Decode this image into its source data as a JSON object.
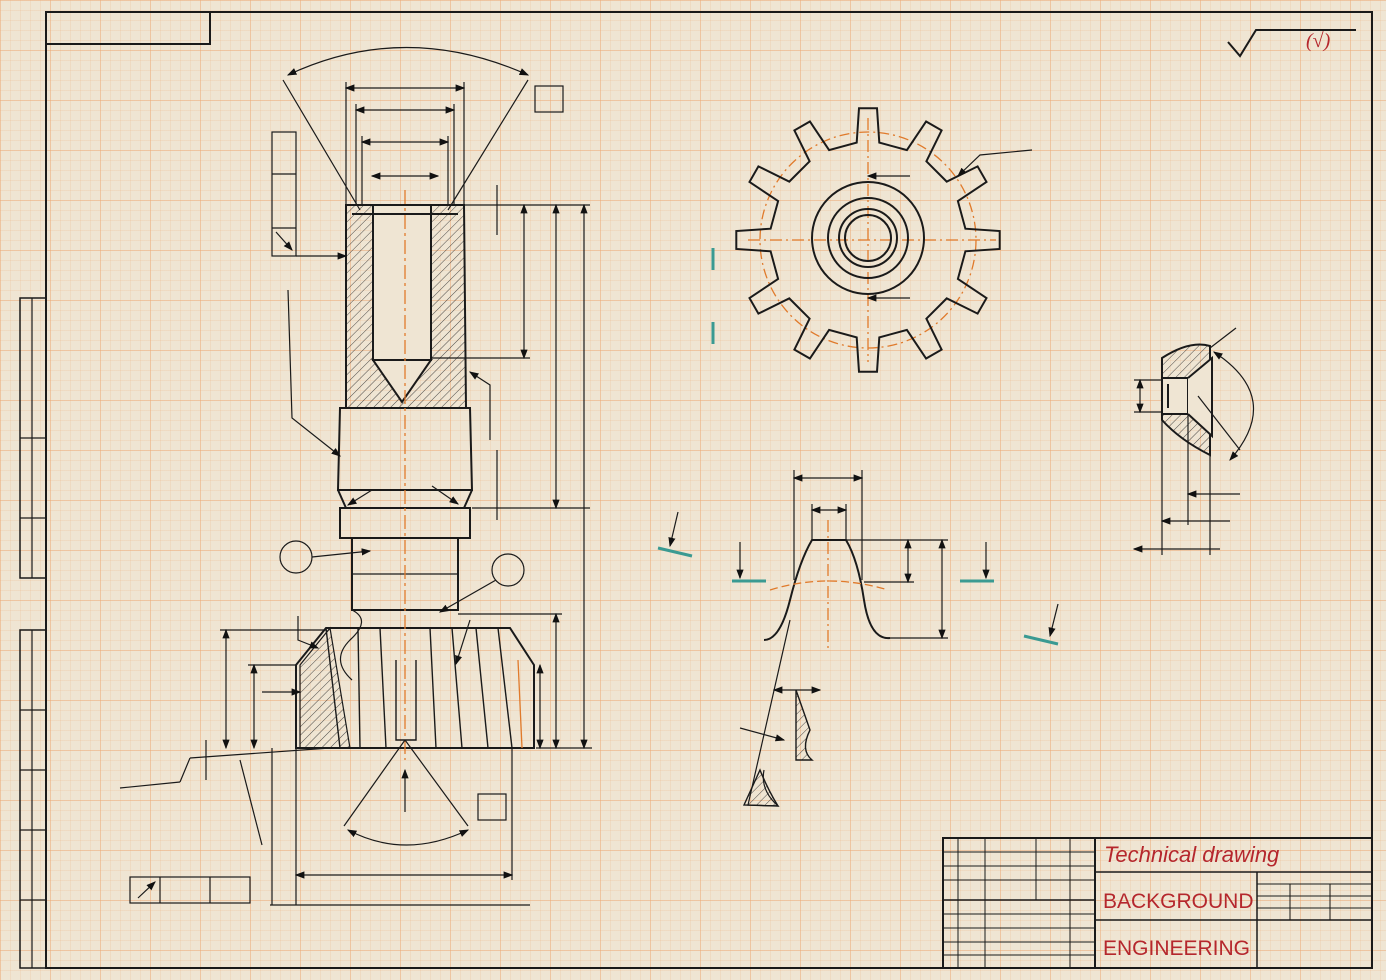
{
  "title_block": {
    "title": "Technical drawing",
    "line_1": "BACKGROUND",
    "line_2": "ENGINEERING"
  },
  "roughness_symbol": "(√)",
  "colors": {
    "paper": "#efe5d3",
    "grid": "#ecaa78",
    "ink": "#1a1a1a",
    "centerline": "#e07a2b",
    "accent_teal": "#3a9a92",
    "title_text": "#b5272d"
  }
}
